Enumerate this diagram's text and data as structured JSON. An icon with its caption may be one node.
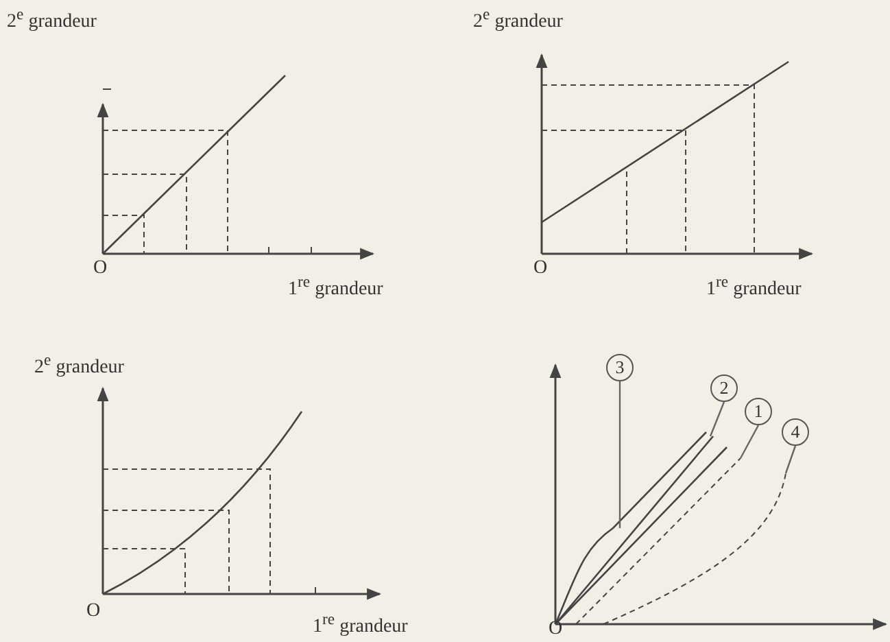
{
  "diagram": {
    "nodes": [
      {
        "text": [
          "3"
        ]
      },
      {
        "text": [
          "2"
        ]
      },
      {
        "text": [
          "1"
        ]
      },
      {
        "text": [
          "4"
        ]
      }
    ],
    "edges": [
      {
        "from": 0,
        "to": null,
        "arrow": "none"
      },
      {
        "from": 1,
        "to": null,
        "arrow": "none"
      },
      {
        "from": 2,
        "to": null,
        "arrow": "none"
      },
      {
        "from": 3,
        "to": null,
        "arrow": "none"
      }
    ],
    "labels": [
      "2$^{e}$ grandeur",
      "2$^{e}$ grandeur",
      "O",
      "1$^{re}$ grandeur",
      "O",
      "1$^{re}$ grandeur",
      "2$^{e}$ grandeur",
      "O",
      "1$^{re}$ grandeur",
      "O"
    ]
  }
}
